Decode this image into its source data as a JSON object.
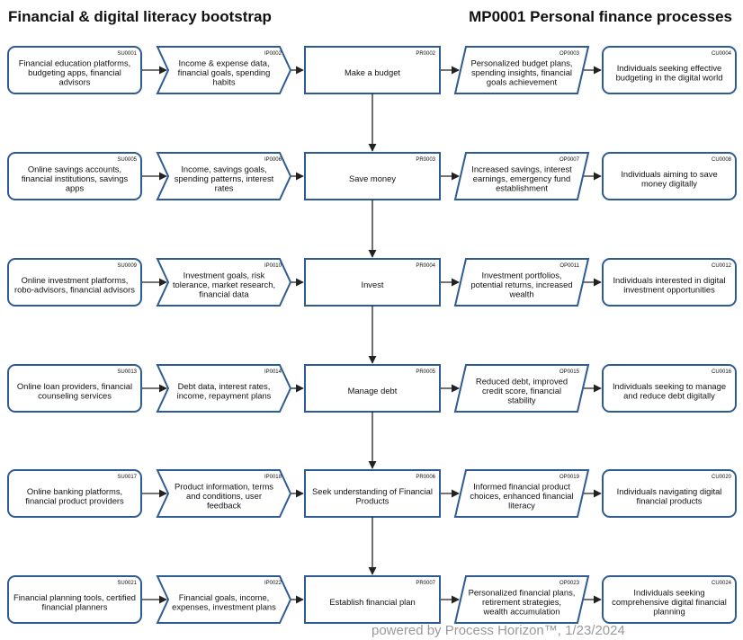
{
  "header": {
    "left_title": "Financial & digital literacy bootstrap",
    "right_title": "MP0001 Personal finance processes"
  },
  "colors": {
    "stroke": "#2f5b94",
    "text": "#111111",
    "arrow": "#222222",
    "footer": "#9a9a9a"
  },
  "rows": [
    {
      "supplier": {
        "code": "SU0001",
        "lines": [
          "Financial education platforms,",
          "budgeting apps, financial",
          "advisors"
        ]
      },
      "input": {
        "code": "IP0002",
        "lines": [
          "Income & expense data,",
          "financial goals, spending",
          "habits"
        ]
      },
      "process": {
        "code": "PR0002",
        "lines": [
          "Make a budget"
        ]
      },
      "output": {
        "code": "OP0003",
        "lines": [
          "Personalized budget plans,",
          "spending insights, financial",
          "goals achievement"
        ]
      },
      "customer": {
        "code": "CU0004",
        "lines": [
          "Individuals seeking effective",
          "budgeting in the digital world"
        ]
      }
    },
    {
      "supplier": {
        "code": "SU0005",
        "lines": [
          "Online savings accounts,",
          "financial institutions, savings",
          "apps"
        ]
      },
      "input": {
        "code": "IP0006",
        "lines": [
          "Income, savings goals,",
          "spending patterns, interest",
          "rates"
        ]
      },
      "process": {
        "code": "PR0003",
        "lines": [
          "Save money"
        ]
      },
      "output": {
        "code": "OP0007",
        "lines": [
          "Increased savings, interest",
          "earnings, emergency fund",
          "establishment"
        ]
      },
      "customer": {
        "code": "CU0008",
        "lines": [
          "Individuals aiming to save",
          "money digitally"
        ]
      }
    },
    {
      "supplier": {
        "code": "SU0009",
        "lines": [
          "Online investment platforms,",
          "robo-advisors, financial advisors"
        ]
      },
      "input": {
        "code": "IP0010",
        "lines": [
          "Investment goals, risk",
          "tolerance, market research,",
          "financial data"
        ]
      },
      "process": {
        "code": "PR0004",
        "lines": [
          "Invest"
        ]
      },
      "output": {
        "code": "OP0011",
        "lines": [
          "Investment portfolios,",
          "potential returns, increased",
          "wealth"
        ]
      },
      "customer": {
        "code": "CU0012",
        "lines": [
          "Individuals interested in digital",
          "investment opportunities"
        ]
      }
    },
    {
      "supplier": {
        "code": "SU0013",
        "lines": [
          "Online loan providers, financial",
          "counseling services"
        ]
      },
      "input": {
        "code": "IP0014",
        "lines": [
          "Debt data, interest rates,",
          "income, repayment plans"
        ]
      },
      "process": {
        "code": "PR0005",
        "lines": [
          "Manage debt"
        ]
      },
      "output": {
        "code": "OP0015",
        "lines": [
          "Reduced debt, improved",
          "credit score, financial",
          "stability"
        ]
      },
      "customer": {
        "code": "CU0016",
        "lines": [
          "Individuals seeking to manage",
          "and reduce debt digitally"
        ]
      }
    },
    {
      "supplier": {
        "code": "SU0017",
        "lines": [
          "Online banking platforms,",
          "financial product providers"
        ]
      },
      "input": {
        "code": "IP0018",
        "lines": [
          "Product information, terms",
          "and conditions, user",
          "feedback"
        ]
      },
      "process": {
        "code": "PR0006",
        "lines": [
          "Seek understanding of Financial",
          "Products"
        ]
      },
      "output": {
        "code": "OP0019",
        "lines": [
          "Informed financial product",
          "choices, enhanced financial",
          "literacy"
        ]
      },
      "customer": {
        "code": "CU0020",
        "lines": [
          "Individuals navigating digital",
          "financial products"
        ]
      }
    },
    {
      "supplier": {
        "code": "SU0021",
        "lines": [
          "Financial planning tools, certified",
          "financial planners"
        ]
      },
      "input": {
        "code": "IP0022",
        "lines": [
          "Financial goals, income,",
          "expenses, investment plans"
        ]
      },
      "process": {
        "code": "PR0007",
        "lines": [
          "Establish financial plan"
        ]
      },
      "output": {
        "code": "OP0023",
        "lines": [
          "Personalized financial plans,",
          "retirement strategies,",
          "wealth accumulation"
        ]
      },
      "customer": {
        "code": "CU0024",
        "lines": [
          "Individuals seeking",
          "comprehensive digital financial",
          "planning"
        ]
      }
    }
  ],
  "footer": {
    "text": "powered by Process Horizon™, 1/23/2024"
  }
}
